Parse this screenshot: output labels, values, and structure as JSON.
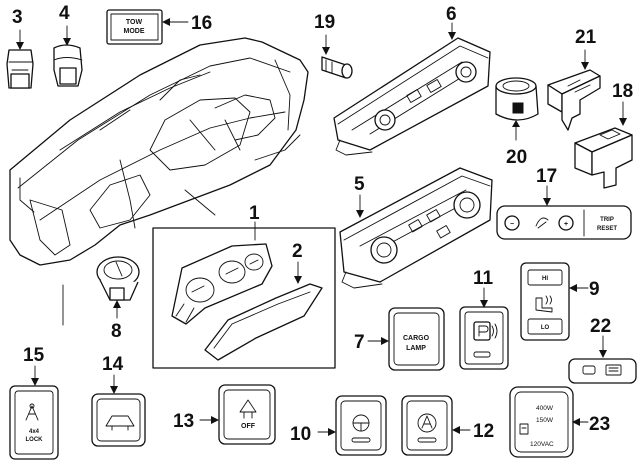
{
  "callouts": [
    {
      "id": "3",
      "label": "3"
    },
    {
      "id": "4",
      "label": "4"
    },
    {
      "id": "16",
      "label": "16"
    },
    {
      "id": "19",
      "label": "19"
    },
    {
      "id": "6",
      "label": "6"
    },
    {
      "id": "21",
      "label": "21"
    },
    {
      "id": "18",
      "label": "18"
    },
    {
      "id": "20",
      "label": "20"
    },
    {
      "id": "5",
      "label": "5"
    },
    {
      "id": "17",
      "label": "17"
    },
    {
      "id": "1",
      "label": "1"
    },
    {
      "id": "2",
      "label": "2"
    },
    {
      "id": "8",
      "label": "8"
    },
    {
      "id": "11",
      "label": "11"
    },
    {
      "id": "9",
      "label": "9"
    },
    {
      "id": "7",
      "label": "7"
    },
    {
      "id": "22",
      "label": "22"
    },
    {
      "id": "15",
      "label": "15"
    },
    {
      "id": "14",
      "label": "14"
    },
    {
      "id": "13",
      "label": "13"
    },
    {
      "id": "10",
      "label": "10"
    },
    {
      "id": "12",
      "label": "12"
    },
    {
      "id": "23",
      "label": "23"
    }
  ],
  "switch_labels": {
    "tow_mode_1": "TOW",
    "tow_mode_2": "MODE",
    "trip_reset_1": "TRIP",
    "trip_reset_2": "RESET",
    "cargo_lamp_1": "CARGO",
    "cargo_lamp_2": "LAMP",
    "seat_hi": "HI",
    "seat_lo": "LO",
    "lock_1": "4x4",
    "lock_2": "LOCK",
    "off": "OFF",
    "inverter_1": "400W",
    "inverter_2": "150W",
    "inverter_3": "120VAC",
    "minus": "−",
    "plus": "+"
  }
}
